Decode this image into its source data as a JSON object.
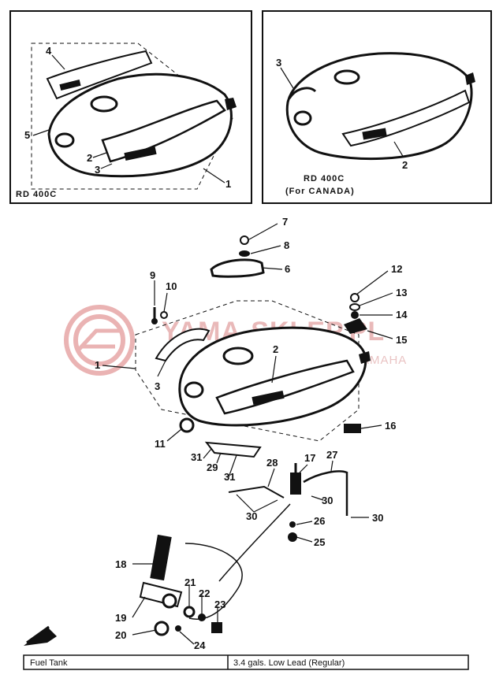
{
  "insets": {
    "left_caption": "RD 400C",
    "right_caption_line1": "RD 400C",
    "right_caption_line2": "(For CANADA)"
  },
  "callouts": {
    "c1": "1",
    "c2": "2",
    "c3": "3",
    "c4": "4",
    "c5": "5",
    "c6": "6",
    "c7": "7",
    "c8": "8",
    "c9": "9",
    "c10": "10",
    "c11": "11",
    "c12": "12",
    "c13": "13",
    "c14": "14",
    "c15": "15",
    "c16": "16",
    "c17": "17",
    "c18": "18",
    "c19": "19",
    "c20": "20",
    "c21": "21",
    "c22": "22",
    "c23": "23",
    "c24": "24",
    "c25": "25",
    "c26": "26",
    "c27": "27",
    "c28": "28",
    "c29": "29",
    "c30": "30",
    "c31": "31"
  },
  "watermark": {
    "main": "YAMA-SKLEP.PL",
    "sub": "ROCZNEWICZ I DEALER YAMAHA"
  },
  "footer": {
    "left": "Fuel Tank",
    "right": "3.4 gals. Low Lead (Regular)"
  },
  "colors": {
    "ink": "#111111",
    "watermark": "#e3a5a5",
    "paper": "#ffffff"
  }
}
